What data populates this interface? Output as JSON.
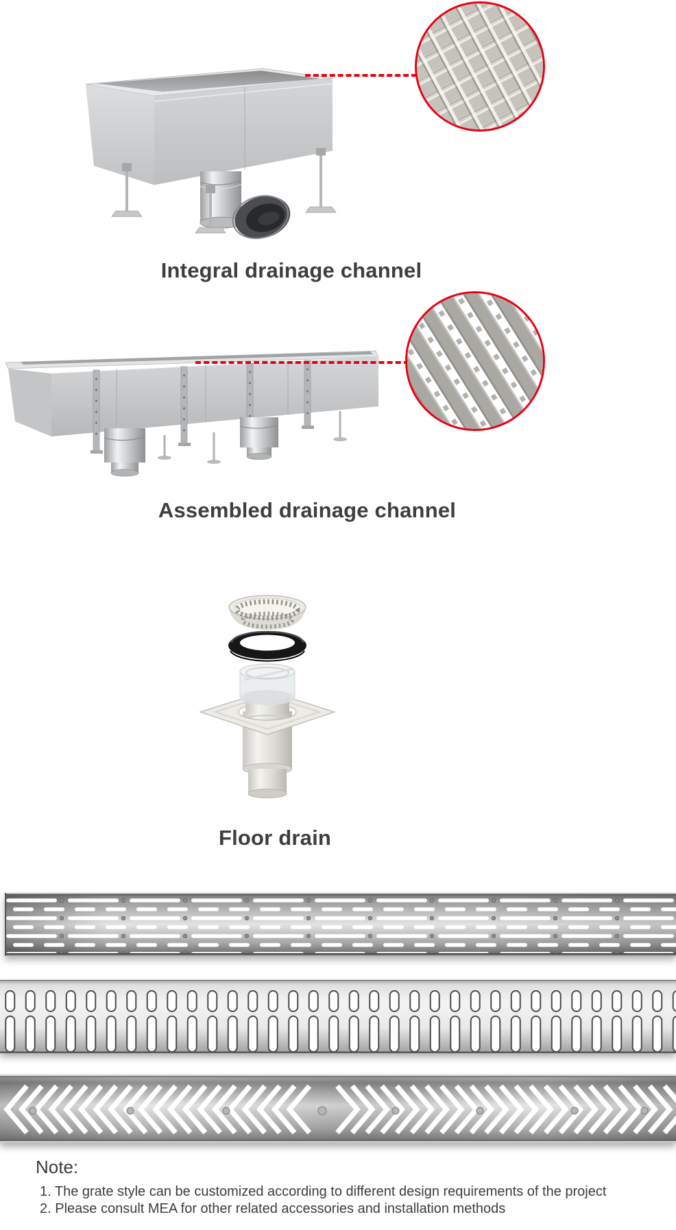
{
  "colors": {
    "accent_red": "#e60012",
    "caption_text": "#3e3e3e",
    "note_text": "#3c3c3c"
  },
  "sections": [
    {
      "caption": "Integral drainage channel"
    },
    {
      "caption": "Assembled drainage channel"
    },
    {
      "caption": "Floor drain"
    }
  ],
  "note": {
    "title": "Note:",
    "items": [
      "1. The grate style can be customized according to different design requirements of the project",
      "2. Please consult MEA for other related accessories and installation methods"
    ]
  }
}
